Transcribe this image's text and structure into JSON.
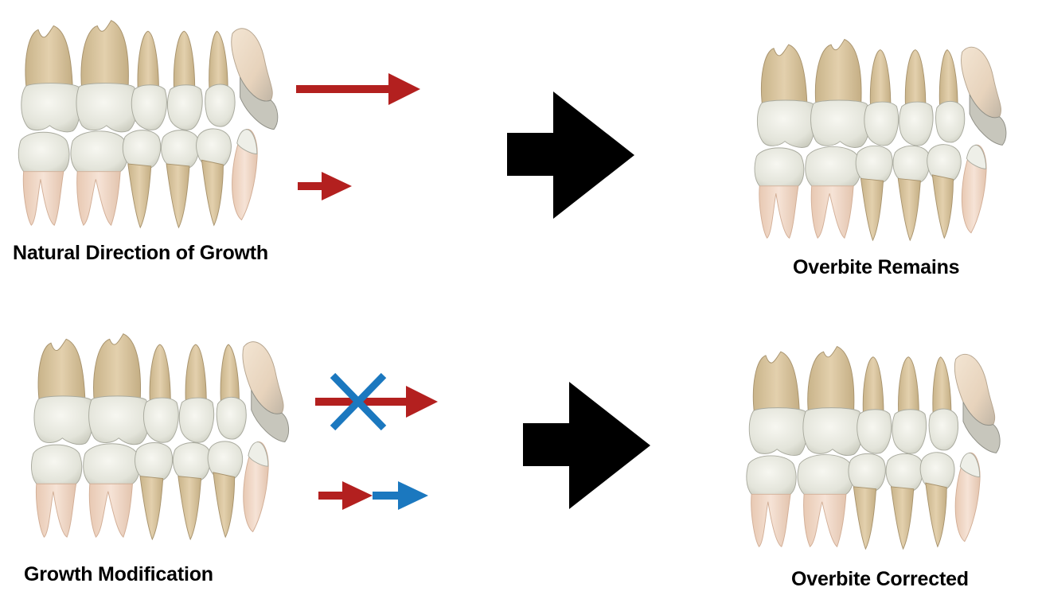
{
  "labels": {
    "natural_growth": "Natural Direction of Growth",
    "overbite_remains": "Overbite Remains",
    "growth_modification": "Growth Modification",
    "overbite_corrected": "Overbite Corrected"
  },
  "colors": {
    "growth_arrow": "#b3201f",
    "modified_arrow": "#1b78bf",
    "block_arrow": "#000000",
    "root": "#dcc6a1",
    "crown": "#e8e8e0",
    "lower_root": "#f0d6c6"
  },
  "icons": {
    "teeth_illustration": "teeth-illustration-icon",
    "arrow": "arrow-right-icon",
    "cross": "cross-out-icon",
    "block_arrow": "block-arrow-icon"
  }
}
